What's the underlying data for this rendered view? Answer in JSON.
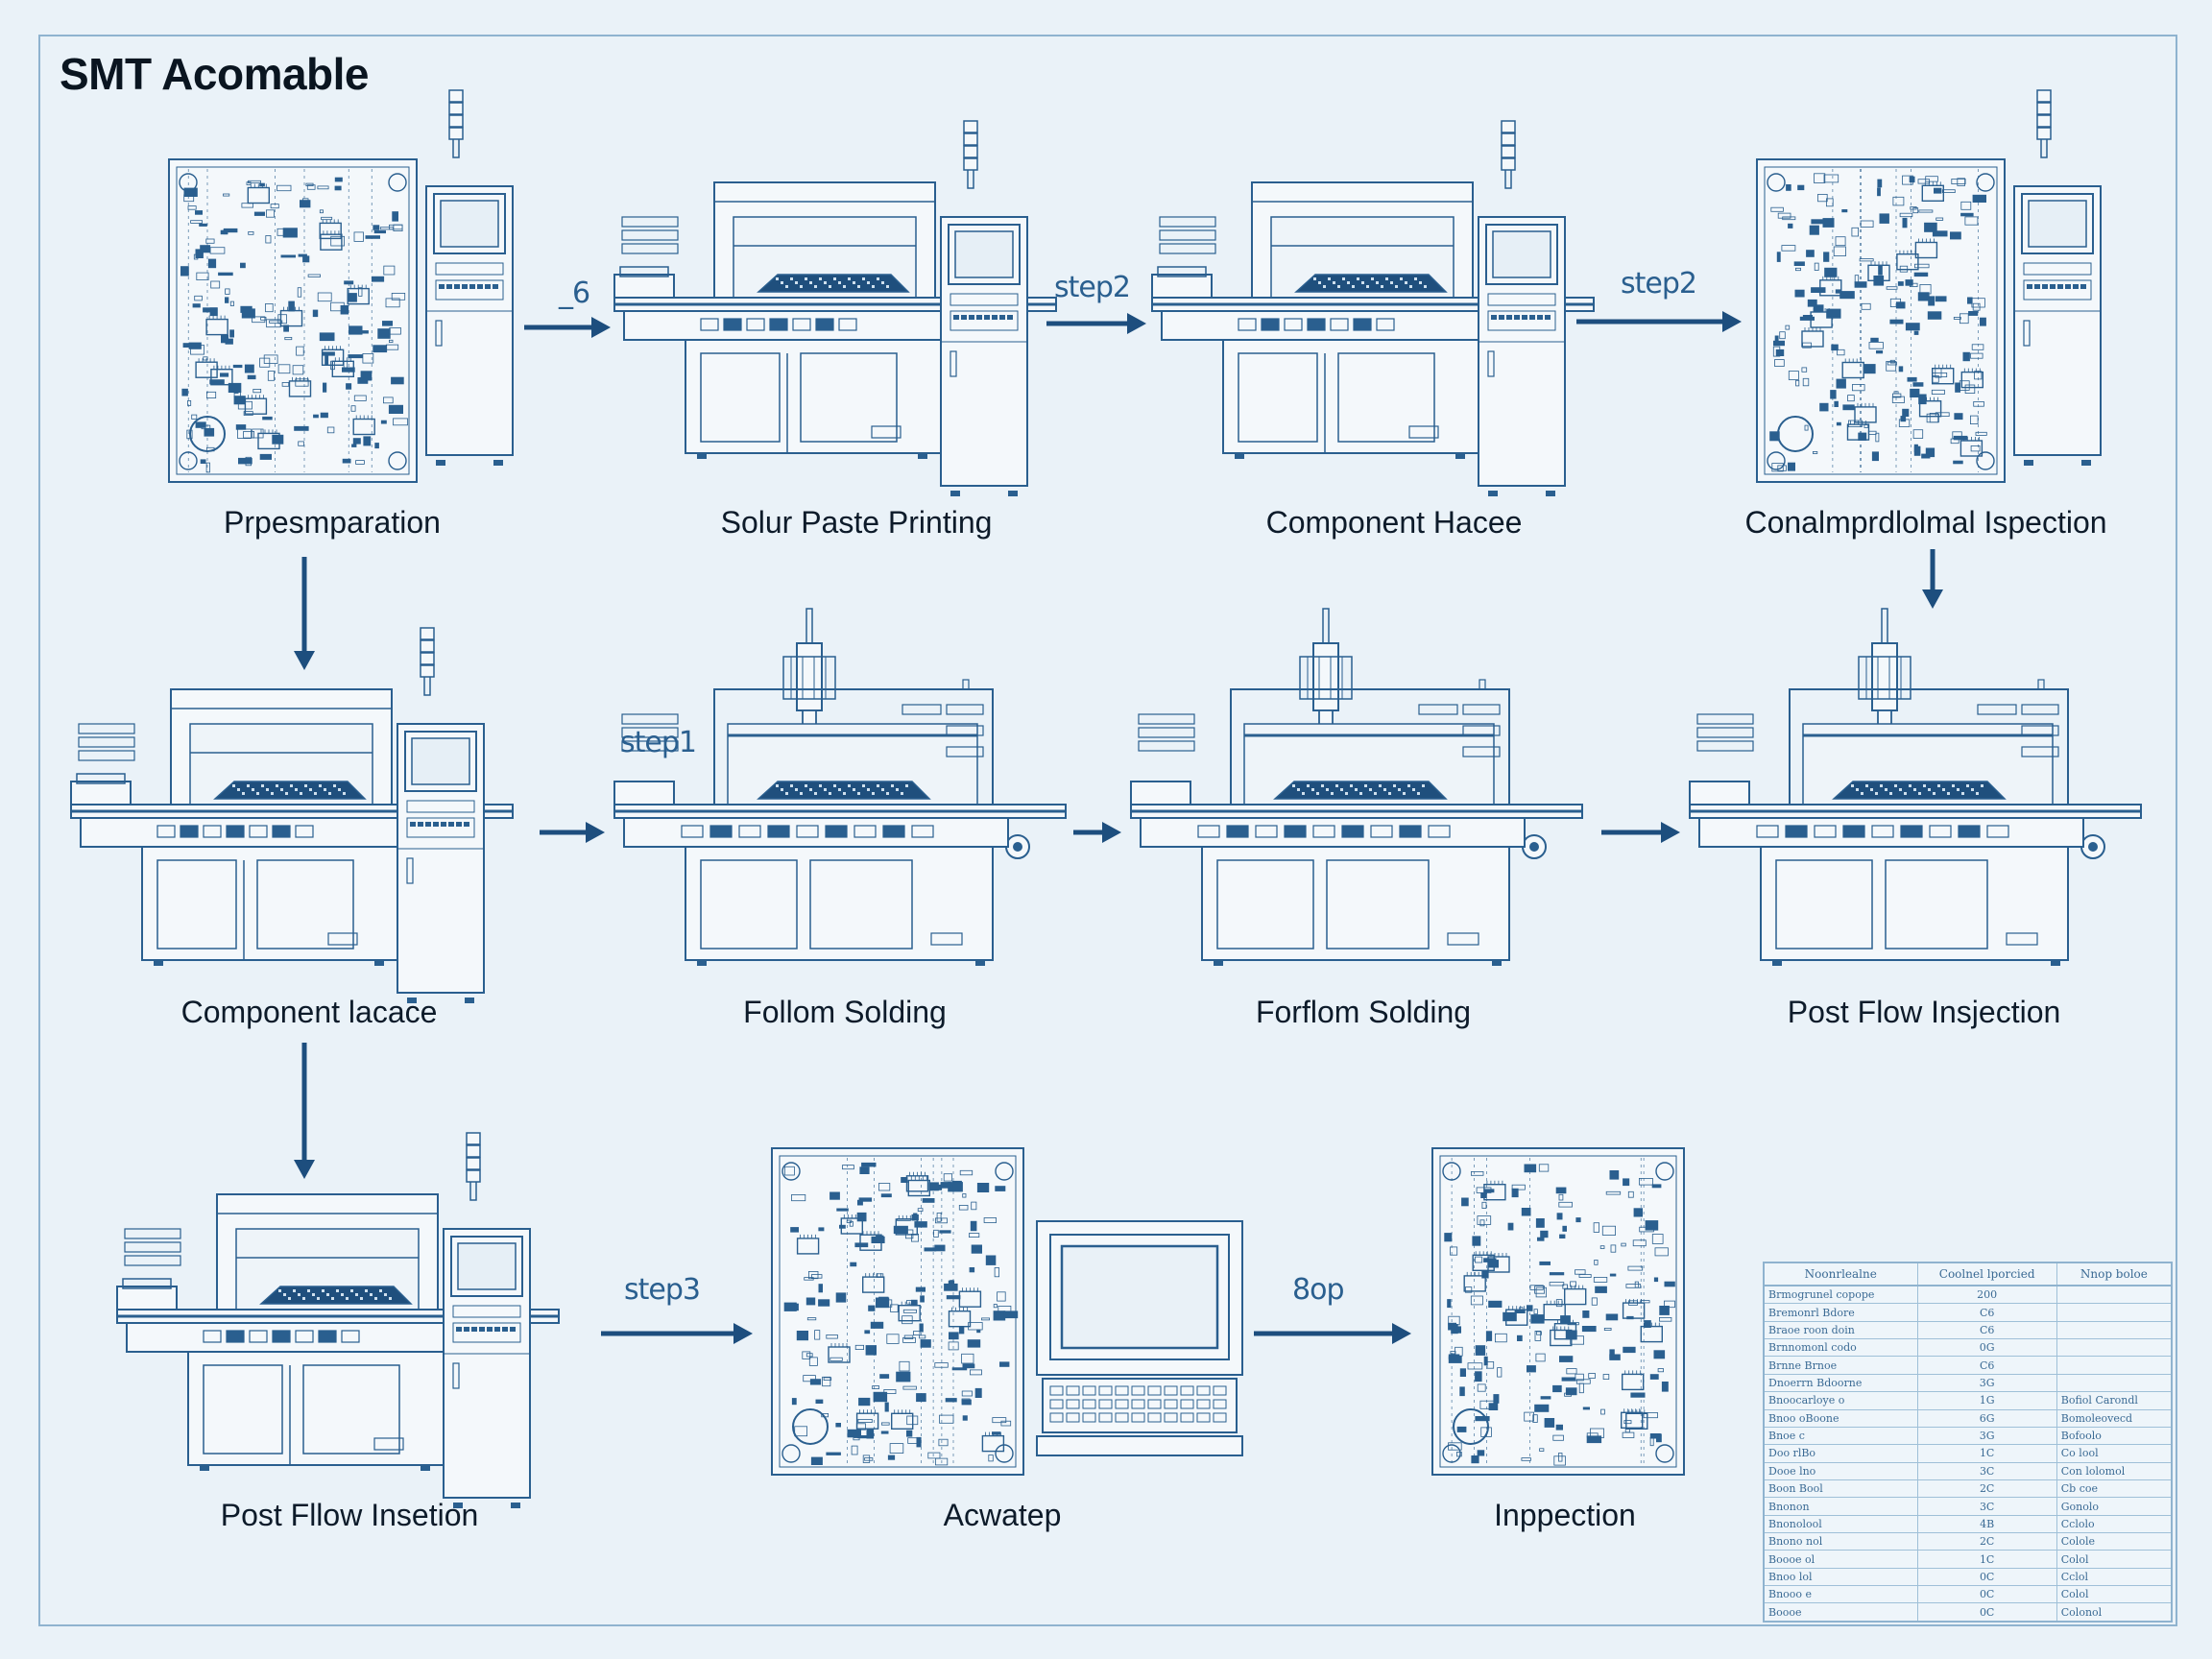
{
  "title": "SMT Acomable",
  "colors": {
    "line": "#2a5f8f",
    "arrow": "#1d4e7e",
    "background": "#eaf2f8",
    "border": "#8fb3cf"
  },
  "stages": [
    {
      "label": "Prpesmparation",
      "icon": "pcb-station-icon"
    },
    {
      "label": "Solur Paste Printing",
      "icon": "smt-machine-icon"
    },
    {
      "label": "Component Hacee",
      "icon": "smt-machine-icon"
    },
    {
      "label": "Conalmprdlolmal Ispection",
      "icon": "pcb-station-icon"
    },
    {
      "label": "Component lacace",
      "icon": "smt-machine-icon"
    },
    {
      "label": "Follom Solding",
      "icon": "placement-machine-icon"
    },
    {
      "label": "Forflom Solding",
      "icon": "placement-machine-icon"
    },
    {
      "label": "Post Flow Insjection",
      "icon": "placement-machine-icon"
    },
    {
      "label": "Post Fllow Insetion",
      "icon": "smt-machine-icon"
    },
    {
      "label": "Acwatep",
      "icon": "pcb-board-icon"
    },
    {
      "label": "Inppection",
      "icon": "pcb-board-icon"
    }
  ],
  "step_tags": [
    "_6",
    "step2",
    "step2",
    "step1",
    "step3",
    "8op"
  ],
  "table": {
    "headers": [
      "Noonrlealne",
      "Coolnel lporcied",
      "Nnop boloe"
    ],
    "rows": [
      [
        "Brmogrunel copope",
        "200",
        ""
      ],
      [
        "Bremonrl Bdore",
        "C6",
        ""
      ],
      [
        "Braoe roon doin",
        "C6",
        ""
      ],
      [
        "Brnnomonl codo",
        "0G",
        ""
      ],
      [
        "Brnne Brnoe",
        "C6",
        ""
      ],
      [
        "Dnoerrn Bdoorne",
        "3G",
        ""
      ],
      [
        "Bnoocarloye o",
        "1G",
        "Bofiol Carondl"
      ],
      [
        "Bnoo oBoone",
        "6G",
        "Bomoleovecd"
      ],
      [
        "Bnoe c",
        "3G",
        "Bofoolo"
      ],
      [
        "Doo rlBo",
        "1C",
        "Co lool"
      ],
      [
        "Dooe lno",
        "3C",
        "Con lolomol"
      ],
      [
        "Boon Bool",
        "2C",
        "Cb coe"
      ],
      [
        "Bnonon",
        "3C",
        "Gonolo"
      ],
      [
        "Bnonolool",
        "4B",
        "Cclolo"
      ],
      [
        "Bnono nol",
        "2C",
        "Colole"
      ],
      [
        "Boooe ol",
        "1C",
        "Colol"
      ],
      [
        "Bnoo lol",
        "0C",
        "Cclol"
      ],
      [
        "Bnooo e",
        "0C",
        "Colol"
      ],
      [
        "Boooe",
        "0C",
        "Colonol"
      ]
    ]
  }
}
